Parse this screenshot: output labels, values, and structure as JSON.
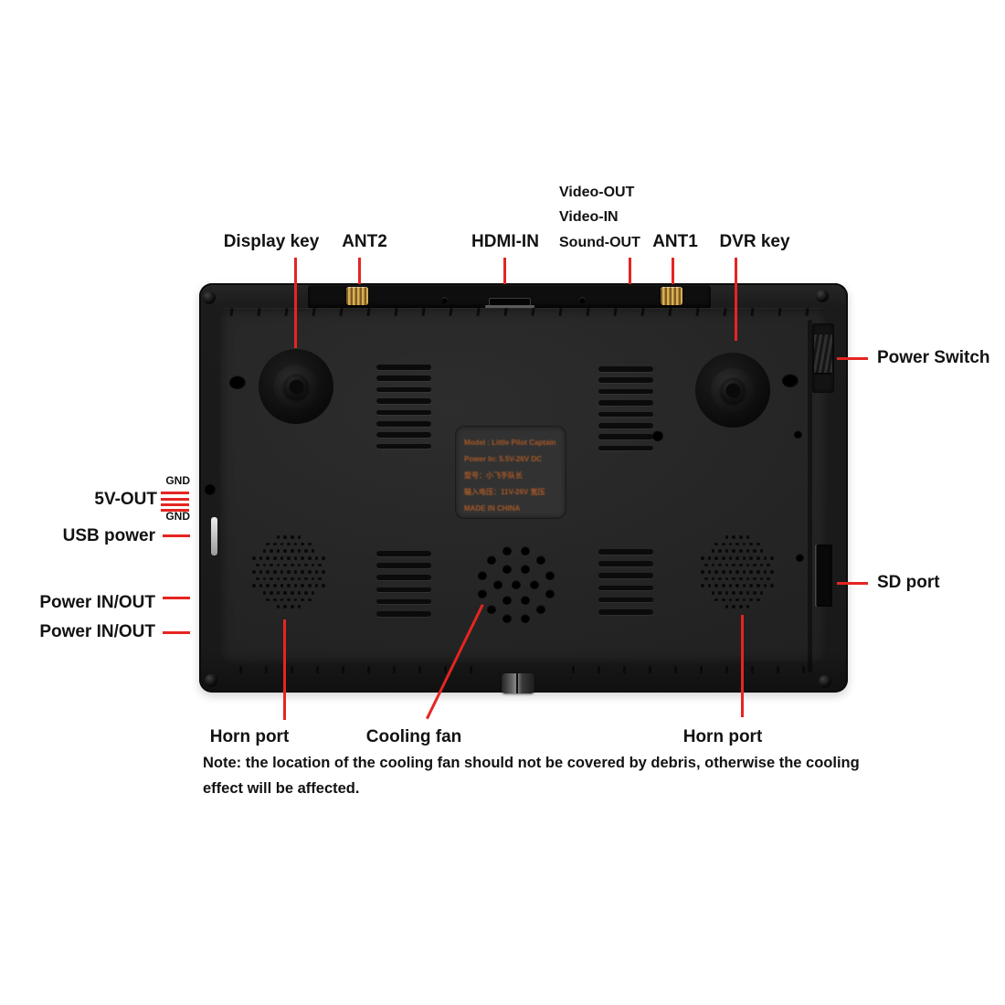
{
  "colors": {
    "background": "#ffffff",
    "leader_red": "#e52521",
    "label_text": "#121212",
    "device_frame": "#1b1b1b",
    "device_panel": "#252525",
    "antenna_gold": "#d8ae58",
    "sticker_text": "#b05c28"
  },
  "annotations": {
    "top": {
      "display_key": "Display key",
      "ant2": "ANT2",
      "hdmi_in": "HDMI-IN",
      "video_out": "Video-OUT",
      "video_in": "Video-IN",
      "sound_out": "Sound-OUT",
      "ant1": "ANT1",
      "dvr_key": "DVR key"
    },
    "right": {
      "power_switch": "Power Switch",
      "sd_port": "SD port"
    },
    "left": {
      "gnd_top": "GND",
      "five_v_out": "5V-OUT",
      "gnd_bottom": "GND",
      "usb_power": "USB power",
      "power_in_out_1": "Power IN/OUT",
      "power_in_out_2": "Power IN/OUT"
    },
    "bottom": {
      "horn_port_left": "Horn port",
      "cooling_fan": "Cooling fan",
      "horn_port_right": "Horn port"
    },
    "note": {
      "line1": "Note: the location of the cooling fan should not be covered by debris, otherwise the cooling",
      "line2": "effect will be affected."
    }
  },
  "sticker": {
    "line1": "Model : Little Pilot Captain",
    "line2": "Power In: 5.5V-26V DC",
    "line3": "型号：小飞手队长",
    "line4": "输入电压：11V-26V 宽压",
    "line5": "MADE IN CHINA"
  }
}
